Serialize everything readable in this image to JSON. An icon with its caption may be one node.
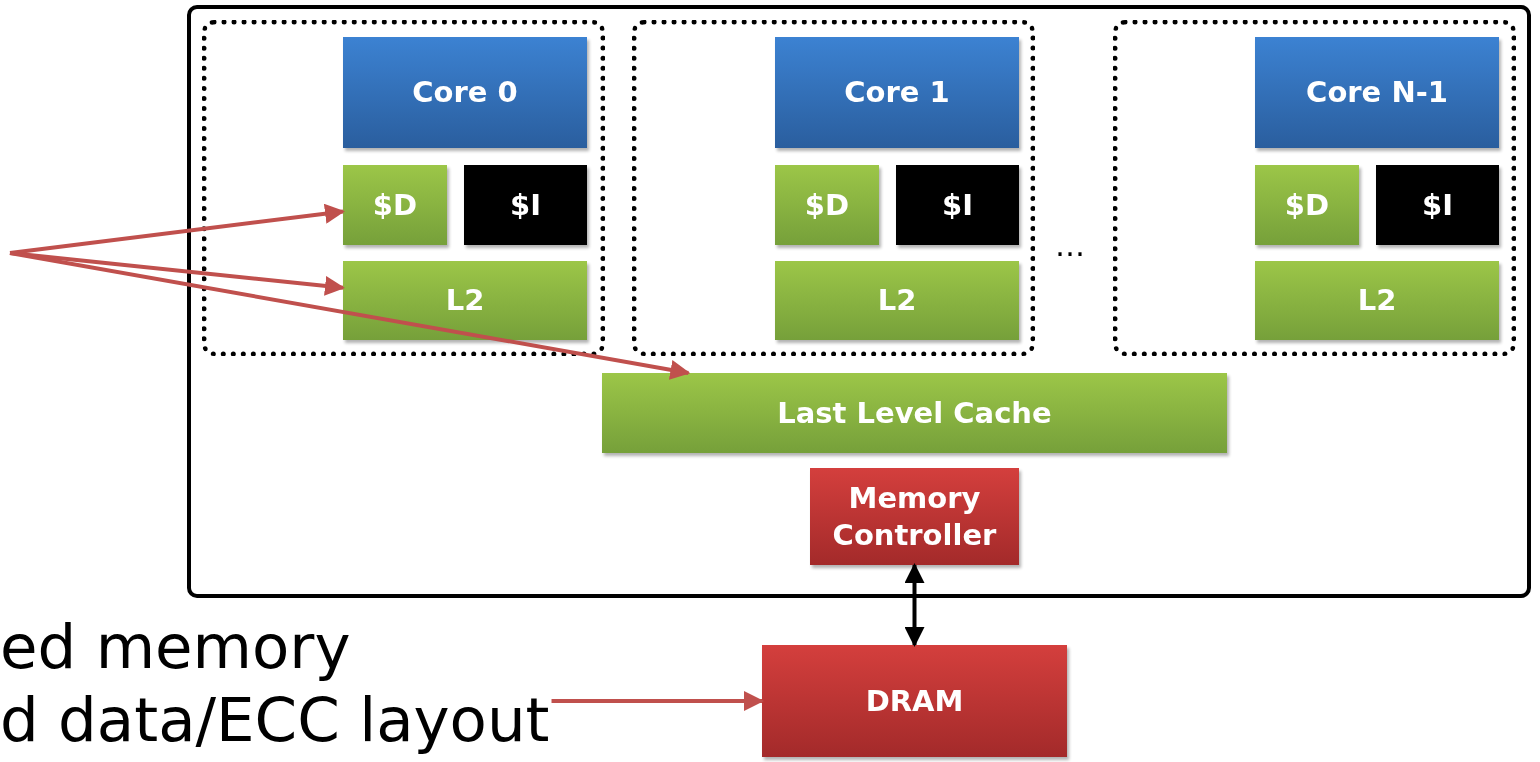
{
  "diagram": {
    "nodes": [
      {
        "text": [],
        "shape": "box"
      },
      {
        "text": [],
        "shape": "box",
        "in": 0
      },
      {
        "text": [
          "Core 0"
        ],
        "in": 1
      },
      {
        "text": [
          "$D"
        ],
        "in": 1
      },
      {
        "text": [
          "$I"
        ],
        "in": 1
      },
      {
        "text": [
          "L2"
        ],
        "in": 1
      },
      {
        "text": [],
        "shape": "box",
        "in": 0
      },
      {
        "text": [
          "Core 1"
        ],
        "in": 6
      },
      {
        "text": [
          "$D"
        ],
        "in": 6
      },
      {
        "text": [
          "$I"
        ],
        "in": 6
      },
      {
        "text": [
          "L2"
        ],
        "in": 6
      },
      {
        "text": [],
        "shape": "box",
        "in": 0
      },
      {
        "text": [
          "Core N-1"
        ],
        "in": 11
      },
      {
        "text": [
          "$D"
        ],
        "in": 11
      },
      {
        "text": [
          "$I"
        ],
        "in": 11
      },
      {
        "text": [
          "L2"
        ],
        "in": 11
      },
      {
        "text": [
          "Last Level Cache"
        ],
        "in": 0
      },
      {
        "text": [
          "Memory Controller"
        ],
        "in": 0
      },
      {
        "text": [
          "DRAM"
        ]
      },
      {
        "text": [
          "ed memory",
          "d data/ECC layout"
        ]
      }
    ],
    "edges": [
      {
        "from": null,
        "to": 3,
        "arrow": "to",
        "color": "#c0504d"
      },
      {
        "from": null,
        "to": 5,
        "arrow": "to",
        "color": "#c0504d"
      },
      {
        "from": null,
        "to": 16,
        "arrow": "to",
        "color": "#c0504d"
      },
      {
        "from": 17,
        "to": 18,
        "arrow": "both",
        "color": "#000000"
      },
      {
        "from": 19,
        "to": 18,
        "arrow": "to",
        "color": "#c0504d"
      }
    ],
    "labels": [
      "…"
    ]
  }
}
